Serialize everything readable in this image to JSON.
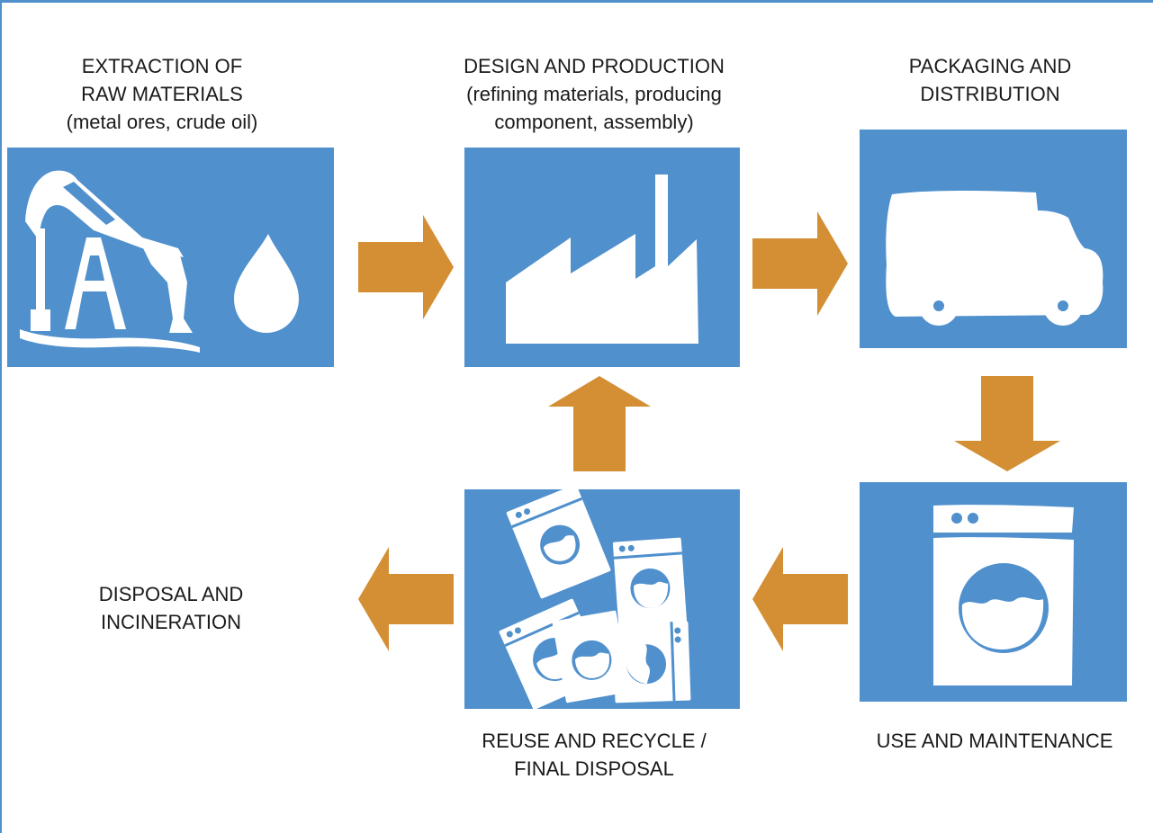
{
  "colors": {
    "stage_fill": "#4f90cd",
    "arrow_fill": "#d48f34",
    "icon_fill": "#ffffff",
    "text": "#1a1a1a"
  },
  "stages": {
    "extraction": {
      "lines": [
        "EXTRACTION OF",
        "RAW MATERIALS",
        "(metal ores, crude oil)"
      ],
      "icon": "oil-pump-icon"
    },
    "design": {
      "lines": [
        "DESIGN AND PRODUCTION",
        "(refining materials, producing",
        "component, assembly)"
      ],
      "icon": "factory-icon"
    },
    "packaging": {
      "lines": [
        "PACKAGING AND",
        "DISTRIBUTION"
      ],
      "icon": "truck-icon"
    },
    "use": {
      "lines": [
        "USE AND MAINTENANCE"
      ],
      "icon": "washing-machine-icon"
    },
    "reuse": {
      "lines": [
        "REUSE AND RECYCLE /",
        "FINAL DISPOSAL"
      ],
      "icon": "washing-machine-pile-icon"
    },
    "disposal": {
      "lines": [
        "DISPOSAL AND",
        "INCINERATION"
      ]
    }
  },
  "arrows": [
    {
      "from": "extraction",
      "to": "design",
      "direction": "right"
    },
    {
      "from": "design",
      "to": "packaging",
      "direction": "right"
    },
    {
      "from": "packaging",
      "to": "use",
      "direction": "down"
    },
    {
      "from": "use",
      "to": "reuse",
      "direction": "left"
    },
    {
      "from": "reuse",
      "to": "design",
      "direction": "up"
    },
    {
      "from": "reuse",
      "to": "disposal",
      "direction": "left"
    }
  ]
}
